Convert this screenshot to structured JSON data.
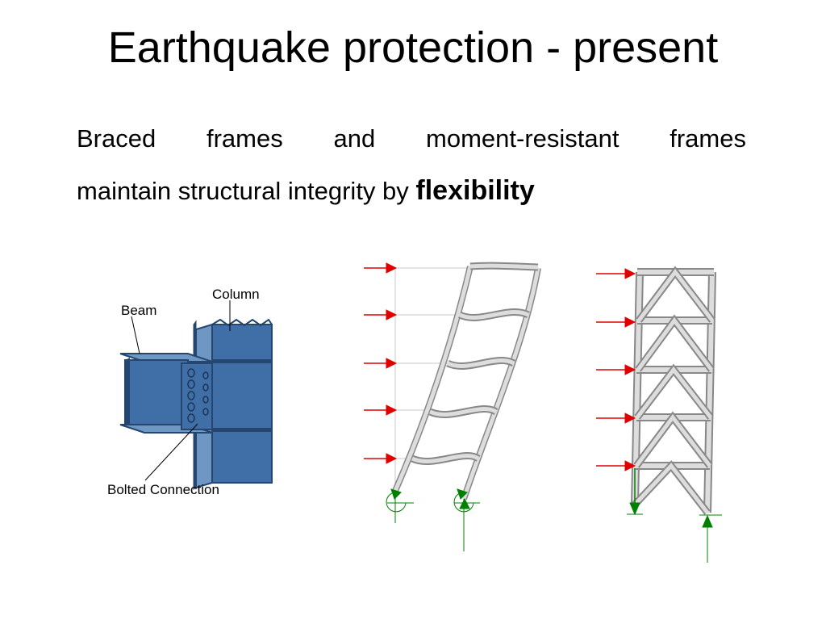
{
  "slide": {
    "title": "Earthquake protection - present",
    "body_words_line1": [
      "Braced",
      "frames",
      "and",
      "moment-resistant",
      "frames"
    ],
    "body_line2": "maintain structural integrity by",
    "body_emphasis": "flexibility"
  },
  "figure_connection": {
    "labels": {
      "column": "Column",
      "beam": "Beam",
      "bolted": "Bolted Connection"
    },
    "colors": {
      "steel": "#3f6fa6",
      "steel_dark": "#25466f",
      "steel_light": "#6f97c4"
    }
  },
  "figure_moment_frame": {
    "stories": 5,
    "load_color": "#e00000",
    "support_color": "#008000"
  },
  "figure_braced_frame": {
    "stories": 5,
    "load_color": "#e00000",
    "support_color": "#008000"
  }
}
